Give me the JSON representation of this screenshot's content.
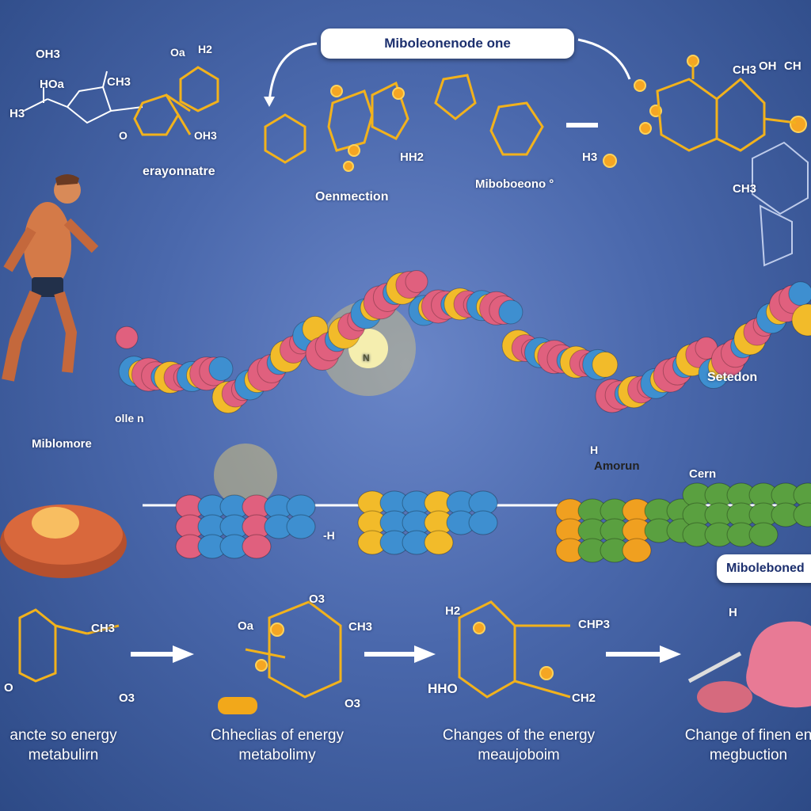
{
  "title_badge": "Miboleonenode one",
  "corner_badge": "Miboleboned",
  "molecule_labels": {
    "m1": "erayonnatre",
    "m2": "Oenmection",
    "m3": "Miboboeono °",
    "oh3": "OH3",
    "hoa": "HOa",
    "ch3a": "CH3",
    "h3": "H3",
    "ohb": "OH3",
    "o": "O",
    "oa": "Oa",
    "h2": "H2",
    "hh2": "HH2",
    "h3b": "H3",
    "ch3b": "CH3",
    "ohc": "OH",
    "chc": "CH",
    "ch3c": "CH3"
  },
  "middle_labels": {
    "setedon": "Setedon",
    "amorun": "Amorun",
    "cern": "Cern",
    "ollen": "olle n",
    "miblomore": "Miblomore",
    "h": "H",
    "minush": "-H",
    "n": "N"
  },
  "bottom_labels": {
    "o3": "O3",
    "ch3": "CH3",
    "oa": "Oa",
    "ob": "O3",
    "ch3b": "CH3",
    "oc": "O3",
    "h2": "H2",
    "cho": "CHP3",
    "hho": "HHO",
    "ch2": "CH2",
    "h": "H",
    "oo": "O"
  },
  "captions": [
    {
      "line1": "ancte so energy",
      "line2": "metabulirn"
    },
    {
      "line1": "Chheclias  of energy",
      "line2": "metabolimy"
    },
    {
      "line1": "Changes of the energy",
      "line2": "meaujoboim"
    },
    {
      "line1": "Change of finen en",
      "line2": "megbuction"
    }
  ],
  "colors": {
    "background": "#4a68ac",
    "bond": "#f2b21c",
    "protein_pink": "#e0607e",
    "protein_blue": "#3e8fd0",
    "protein_yellow": "#f2bb2a",
    "green": "#5aa040"
  }
}
